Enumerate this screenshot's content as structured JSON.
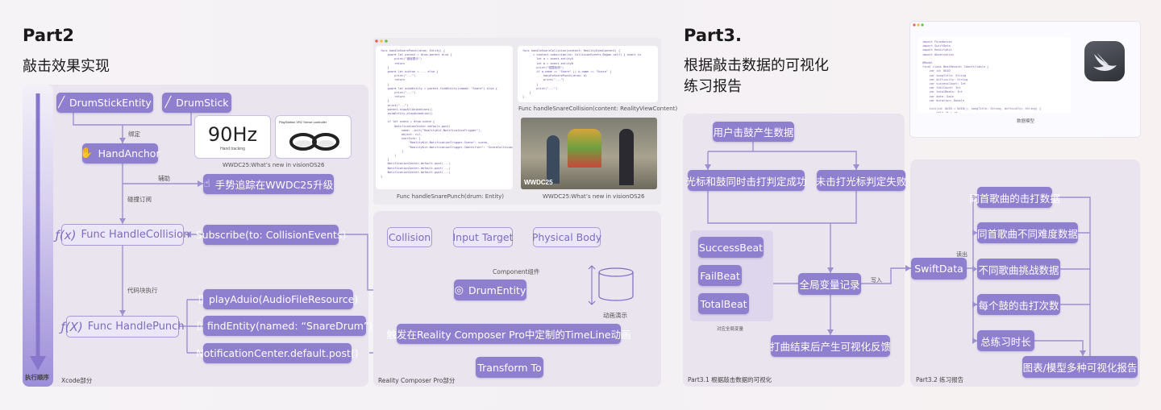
{
  "part2": {
    "title": "Part2",
    "subtitle": "敲击效果实现",
    "exec_order": "执行顺序",
    "xcode_label": "Xcode部分",
    "rcp_label": "Reality Composer Pro部分",
    "nodes": {
      "drumstick_entity": "DrumStickEntity",
      "drumstick": "DrumStick",
      "hand_anchor": "HandAnchor",
      "hand_tracking": "手势追踪在WWDC25升级",
      "handle_collision": "Func HandleCollision",
      "subscribe": "Subscribe(to: CollisionEvents)",
      "handle_punch": "Func HandlePunch",
      "play_audio": "playAduio(AudioFileResource)",
      "find_entity": "findEntity(named: “SnareDrum”)",
      "notification": "NotificationCenter.default.post()",
      "collision": "Collision",
      "input_target": "Input Target",
      "physical_body": "Physical Body",
      "drum_entity": "DrumEntity",
      "timeline": "触发在Reality Composer Pro中定制的TimeLine动画",
      "transform": "Transform To"
    },
    "edge_labels": {
      "bind": "绑定",
      "assist": "辅助",
      "collision_sub": "碰撞订阅",
      "code_exec": "代码块执行",
      "component": "Component组件",
      "anim_demo": "动画演示"
    },
    "wwdc_card": {
      "hz": "90Hz",
      "hand_tracking": "Hand tracking",
      "controller": "PlayStation VR2 Sense controller",
      "caption": "WWDC25:What’s new in visionOS26"
    },
    "code_captions": {
      "snare_punch": "Func handleSnarePunch(drum: Entity)",
      "snare_collision": "Func handleSnareCollision(content: RealityViewContent)",
      "photo": "WWDC25:What’s new in visionOS26",
      "photo_badge": "WWDC25"
    }
  },
  "part3": {
    "title": "Part3.",
    "subtitle_line1": "根据敲击数据的可视化",
    "subtitle_line2": "练习报告",
    "panel1_label": "Part3.1 根据敲击数据的可视化",
    "panel2_label": "Part3.2 练习报告",
    "data_model_caption": "数据模型",
    "nodes": {
      "user_hit": "用户击鼓产生数据",
      "hit_success": "光标和鼓同时击打判定成功",
      "hit_fail": "未击打光标判定失败",
      "success_beat": "SuccessBeat",
      "fail_beat": "FailBeat",
      "total_beat": "TotalBeat",
      "global_record": "全局变量记录",
      "end_feedback": "打曲结束后产生可视化反馈",
      "swiftdata": "SwiftData",
      "r1": "同首歌曲的击打数据",
      "r2": "同首歌曲不同难度数据",
      "r3": "不同歌曲挑战数据",
      "r4": "每个鼓的击打次数",
      "r5": "总练习时长",
      "report": "图表/模型多种可视化报告"
    },
    "edge_labels": {
      "global_vars": "对应全局变量",
      "write": "写入",
      "read": "读出"
    }
  }
}
